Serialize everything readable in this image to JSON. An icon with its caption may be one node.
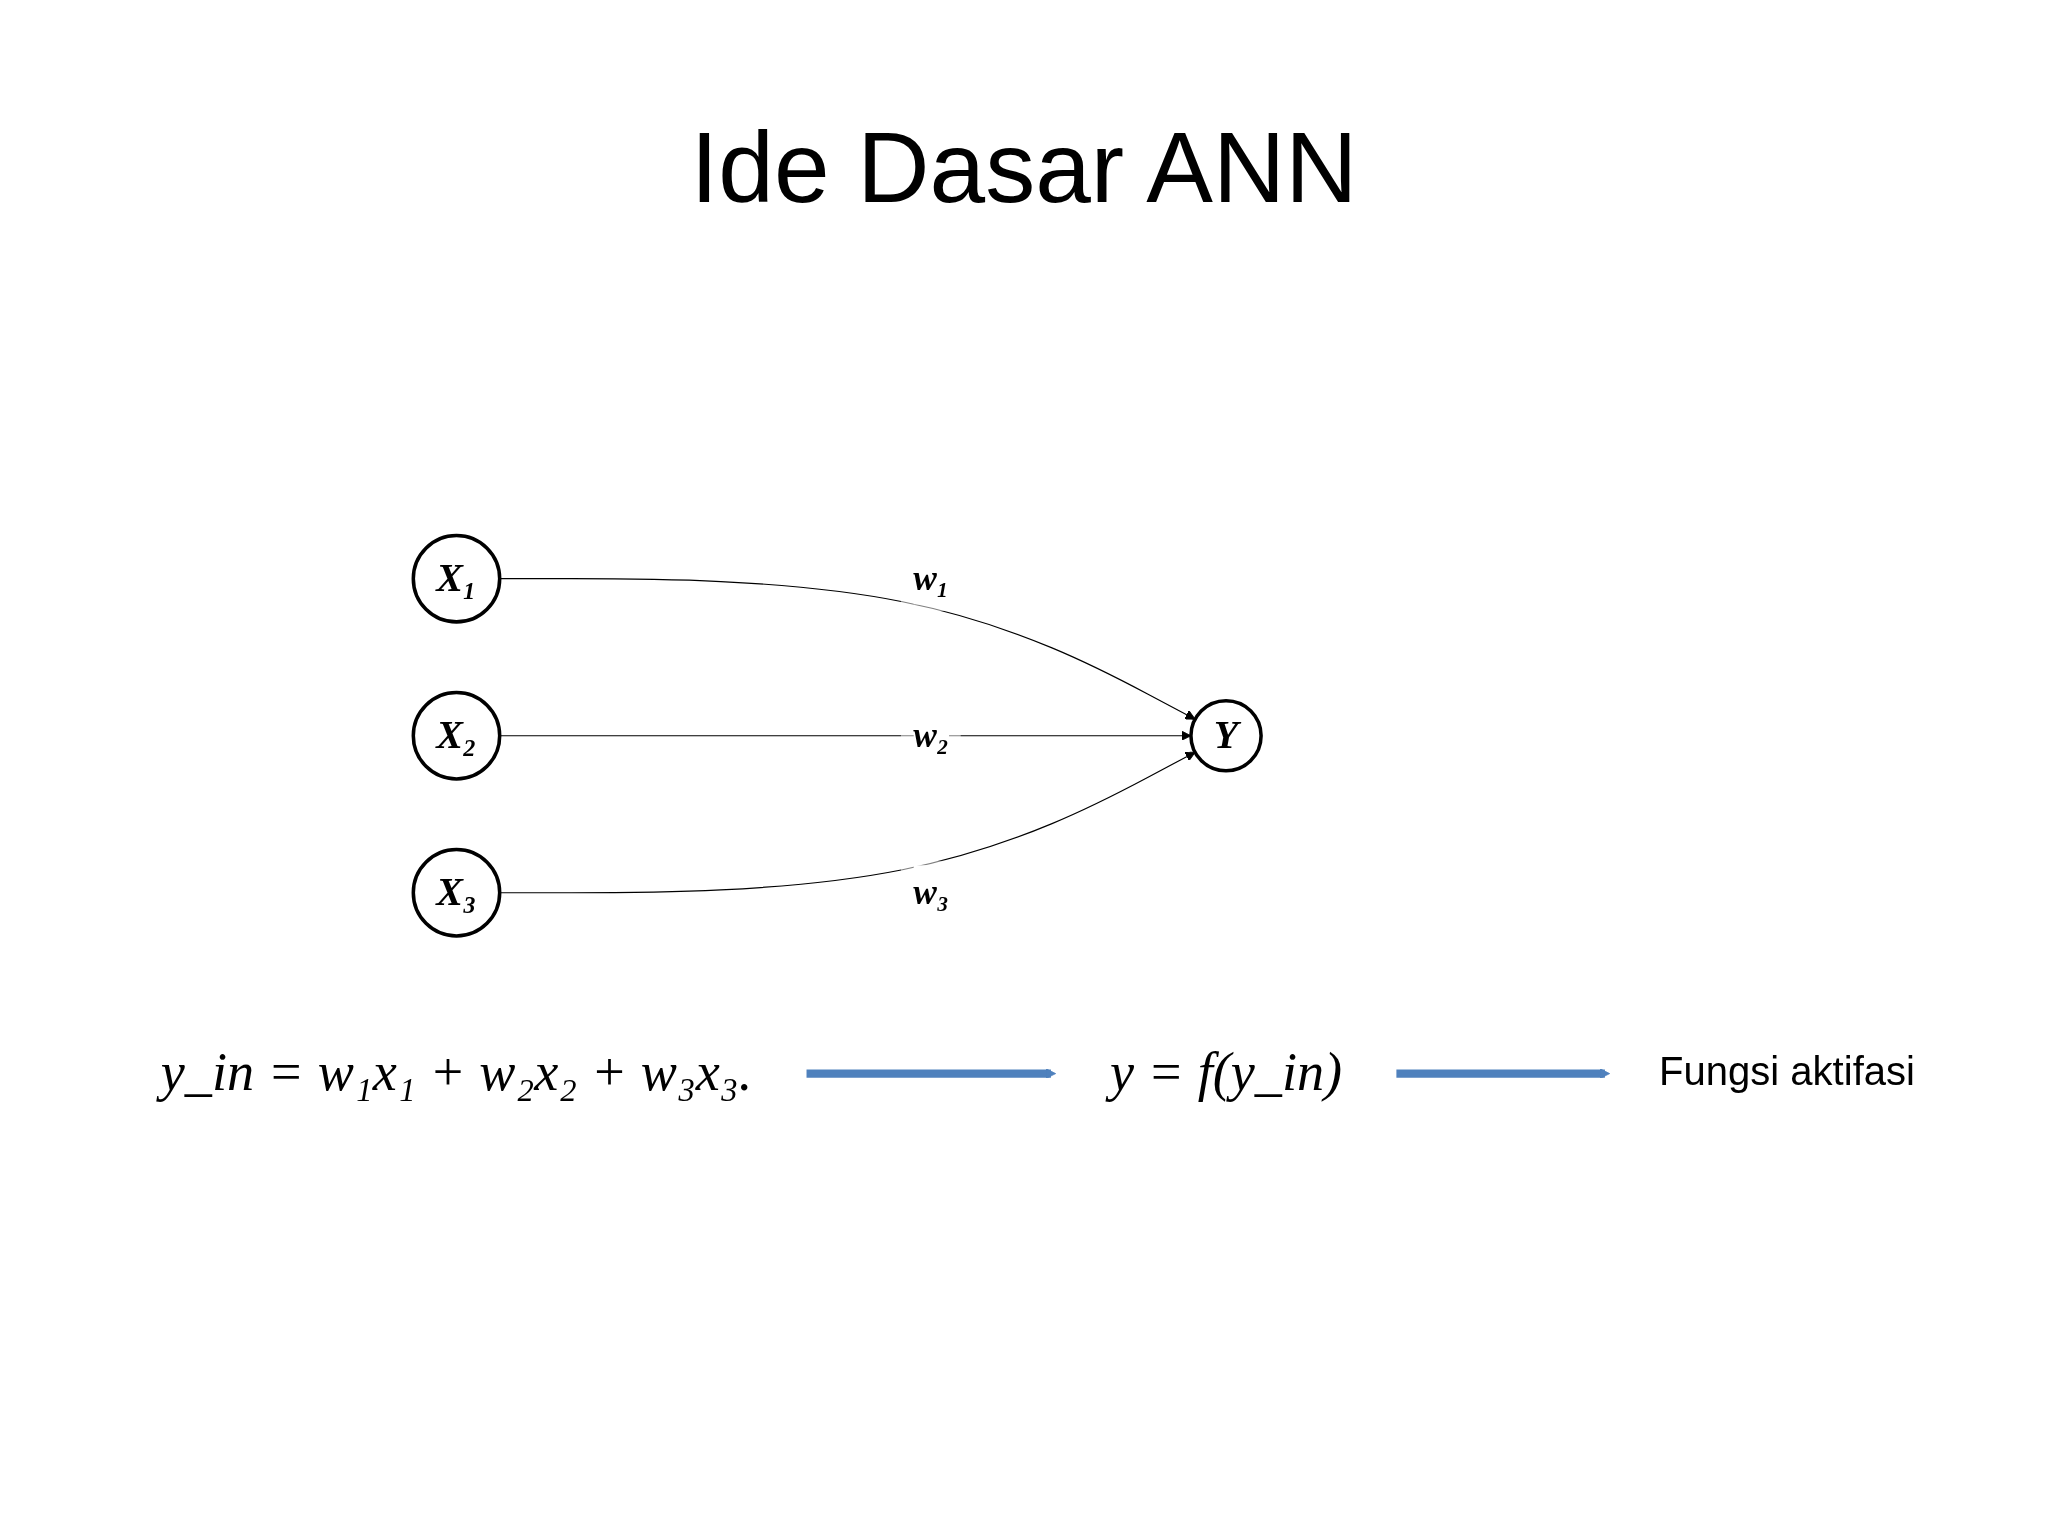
{
  "diagram": {
    "title": "Ide Dasar ANN",
    "nodes": [
      {
        "text": [
          "X₁"
        ]
      },
      {
        "text": [
          "X₂"
        ]
      },
      {
        "text": [
          "X₃"
        ]
      },
      {
        "text": [
          "Y"
        ]
      },
      {
        "text": [
          "Fungsi aktifasi"
        ]
      },
      {
        "text": [
          "y = f(y_in)"
        ]
      },
      {
        "text": [
          "y_in = w₁x₁ + w₂x₂ + w₃x₃."
        ]
      }
    ],
    "edges": [
      {
        "from": 0,
        "to": 3,
        "arrow": "to",
        "label": "w₁"
      },
      {
        "from": 1,
        "to": 3,
        "arrow": "to",
        "label": "w₂"
      },
      {
        "from": 2,
        "to": 3,
        "arrow": "to",
        "label": "w₃"
      },
      {
        "from": 6,
        "to": 5,
        "arrow": "to",
        "style": "thick",
        "color": "#4f81bd"
      },
      {
        "from": 5,
        "to": 4,
        "arrow": "to",
        "style": "thick",
        "color": "#4f81bd"
      }
    ]
  }
}
